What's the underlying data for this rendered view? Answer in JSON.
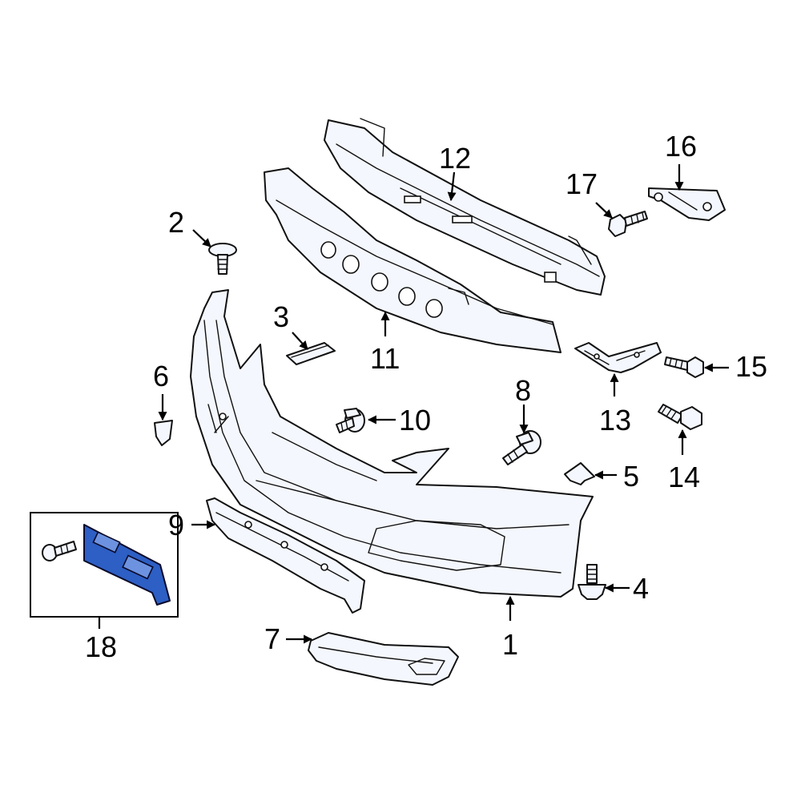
{
  "callouts": {
    "c1": "1",
    "c2": "2",
    "c3": "3",
    "c4": "4",
    "c5": "5",
    "c6": "6",
    "c7": "7",
    "c8": "8",
    "c9": "9",
    "c10": "10",
    "c11": "11",
    "c12": "12",
    "c13": "13",
    "c14": "14",
    "c15": "15",
    "c16": "16",
    "c17": "17",
    "c18": "18"
  },
  "colors": {
    "highlight": "#2d5fc4",
    "part_fill": "#f4f7fd",
    "line": "#111111"
  },
  "highlighted_part": "18"
}
